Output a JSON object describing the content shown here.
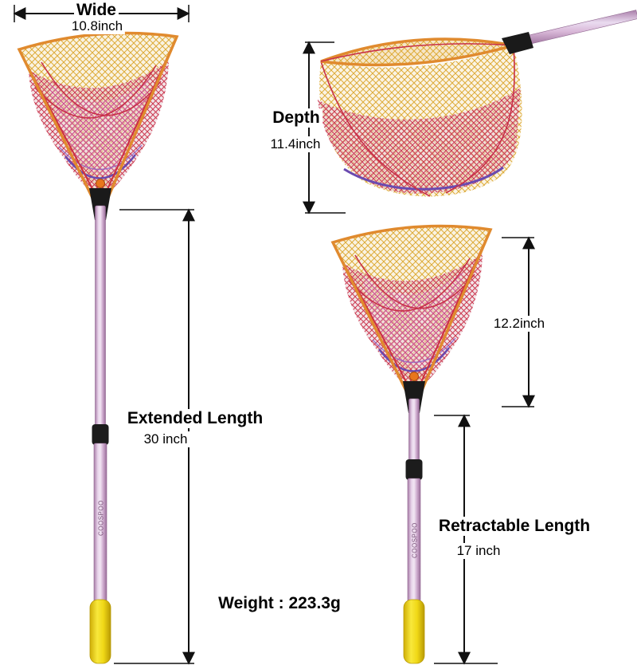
{
  "product": {
    "name": "telescopic-kids-fishing-net",
    "brand": "COOSPOO",
    "colors": {
      "rim_orange": "#e08a2e",
      "mesh_yellow": "#ddab38",
      "mesh_red": "#cc3850",
      "mesh_pink": "#cf5590",
      "mesh_purple": "#6a4ab0",
      "handle_pink": "#c9a0c8",
      "collar_black": "#1c1c1c",
      "grip_yellow": "#f2d41c",
      "annotation": "#111111"
    }
  },
  "annotations": {
    "wide": {
      "label": "Wide",
      "value": "10.8inch"
    },
    "depth": {
      "label": "Depth",
      "value": "11.4inch"
    },
    "hoop_height": {
      "value": "12.2inch"
    },
    "extended": {
      "label": "Extended Length",
      "value": "30 inch"
    },
    "retractable": {
      "label": "Retractable Length",
      "value": "17 inch"
    },
    "weight": {
      "label": "Weight : 223.3g"
    }
  }
}
